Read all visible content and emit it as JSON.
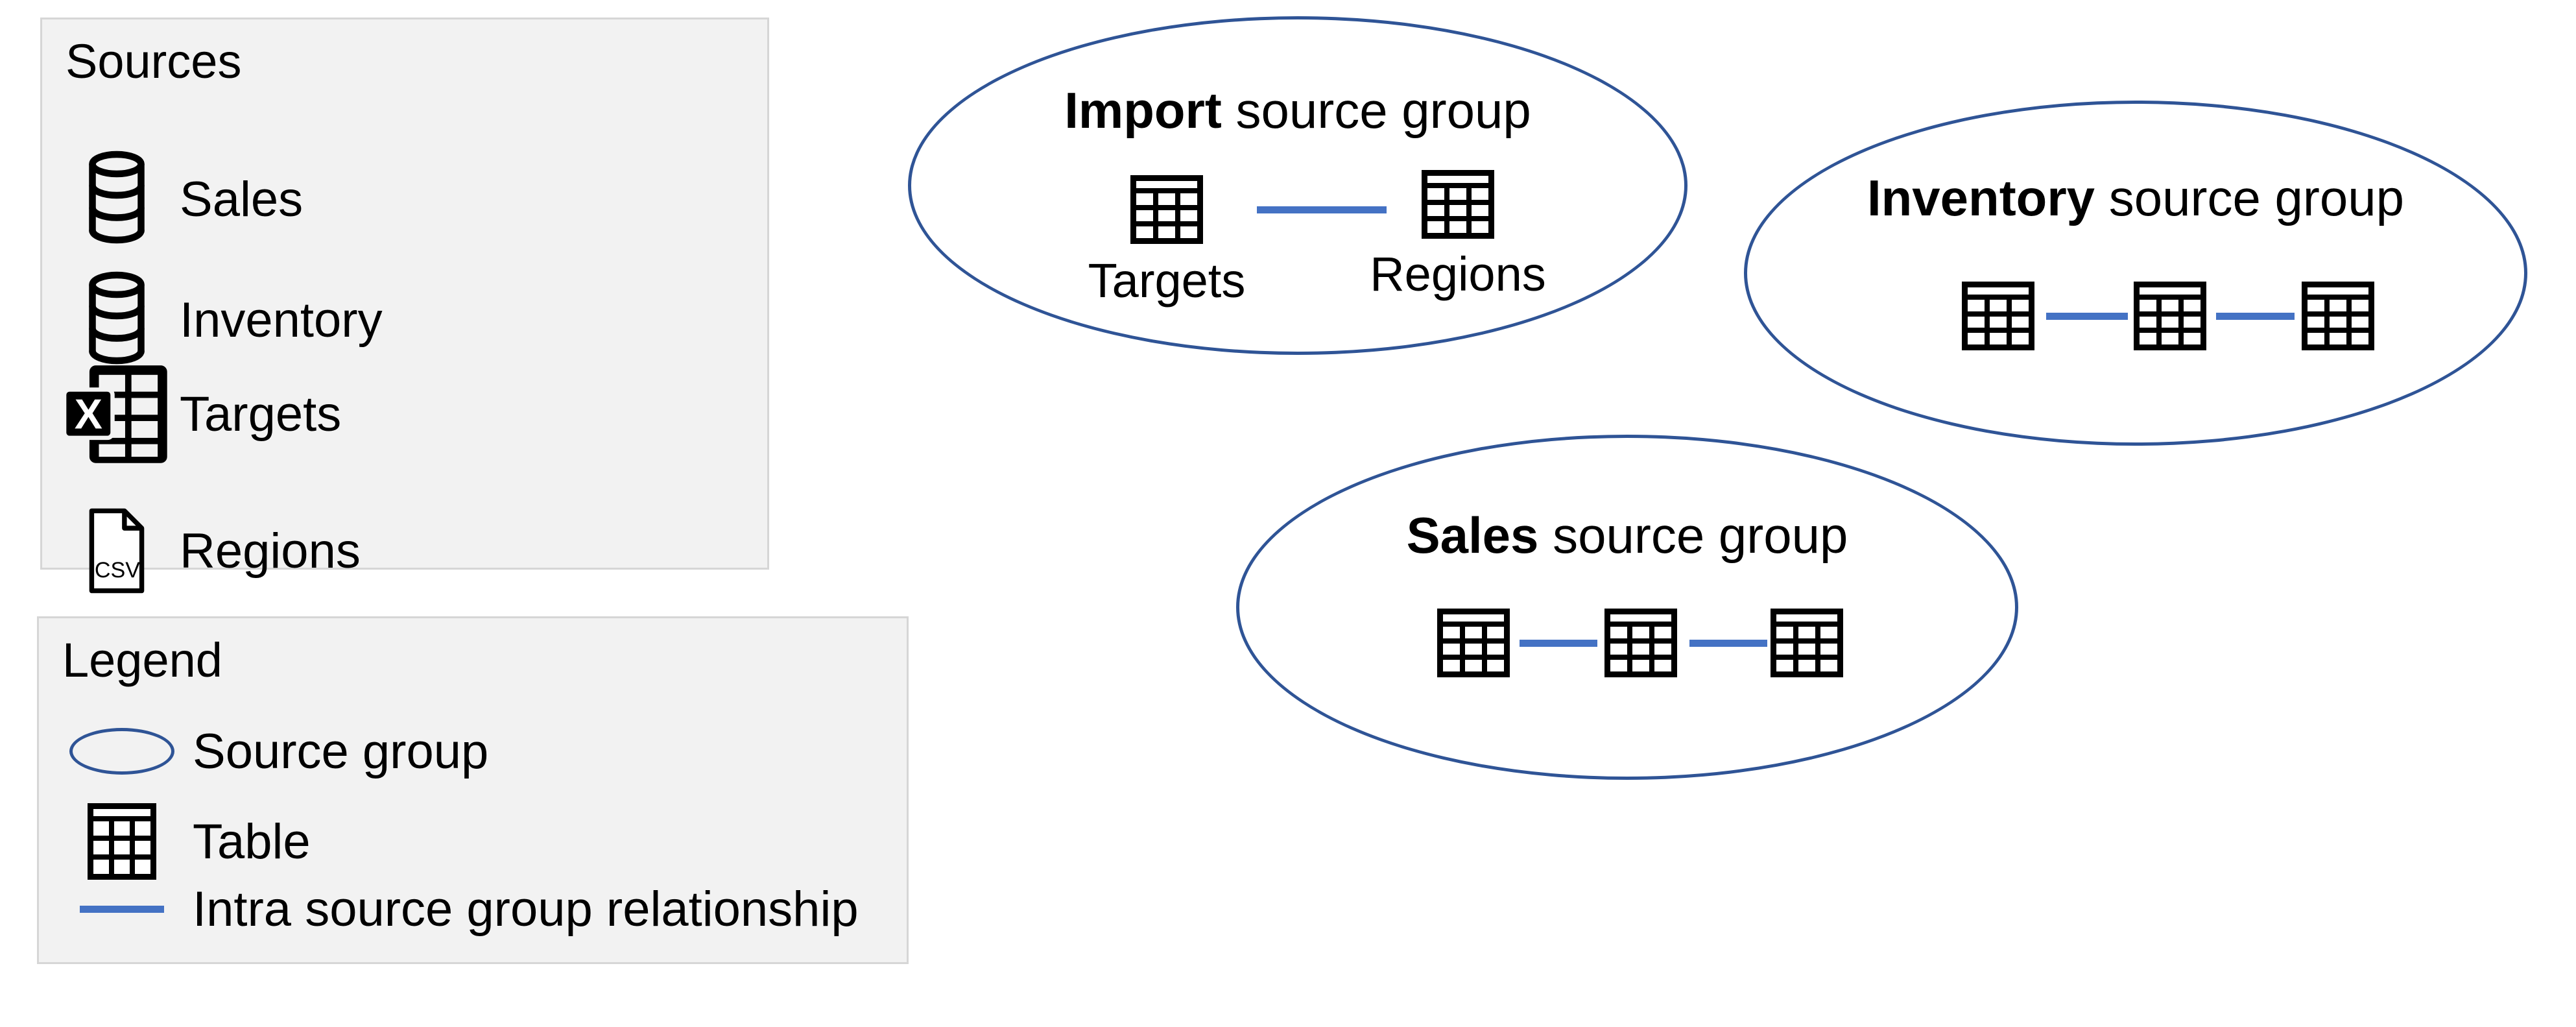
{
  "colors": {
    "panel_bg": "#f2f2f2",
    "panel_border": "#d6d6d6",
    "group_outline_blue": "#2f5496",
    "relationship_line_blue": "#4472c4",
    "icon_black": "#000000",
    "text": "#000000"
  },
  "sources_panel": {
    "title": "Sources",
    "items": [
      {
        "icon": "database-icon",
        "label": "Sales"
      },
      {
        "icon": "database-icon",
        "label": "Inventory"
      },
      {
        "icon": "excel-workbook-icon",
        "label": "Targets"
      },
      {
        "icon": "csv-file-icon",
        "label": "Regions"
      }
    ]
  },
  "legend_panel": {
    "title": "Legend",
    "items": [
      {
        "icon": "source-group-ellipse-icon",
        "label": "Source group"
      },
      {
        "icon": "table-icon",
        "label": "Table"
      },
      {
        "icon": "relationship-line-icon",
        "label": "Intra source group relationship"
      }
    ]
  },
  "groups": [
    {
      "title_bold": "Import",
      "title_rest": "source group",
      "tables": [
        {
          "label": "Targets"
        },
        {
          "label": "Regions"
        }
      ],
      "relationship_count": 1
    },
    {
      "title_bold": "Inventory",
      "title_rest": "source group",
      "tables": [
        {
          "label": ""
        },
        {
          "label": ""
        },
        {
          "label": ""
        }
      ],
      "relationship_count": 2
    },
    {
      "title_bold": "Sales",
      "title_rest": "source group",
      "tables": [
        {
          "label": ""
        },
        {
          "label": ""
        },
        {
          "label": ""
        }
      ],
      "relationship_count": 2
    }
  ],
  "icon_text": {
    "excel_letter": "X",
    "csv_label": "CSV"
  }
}
